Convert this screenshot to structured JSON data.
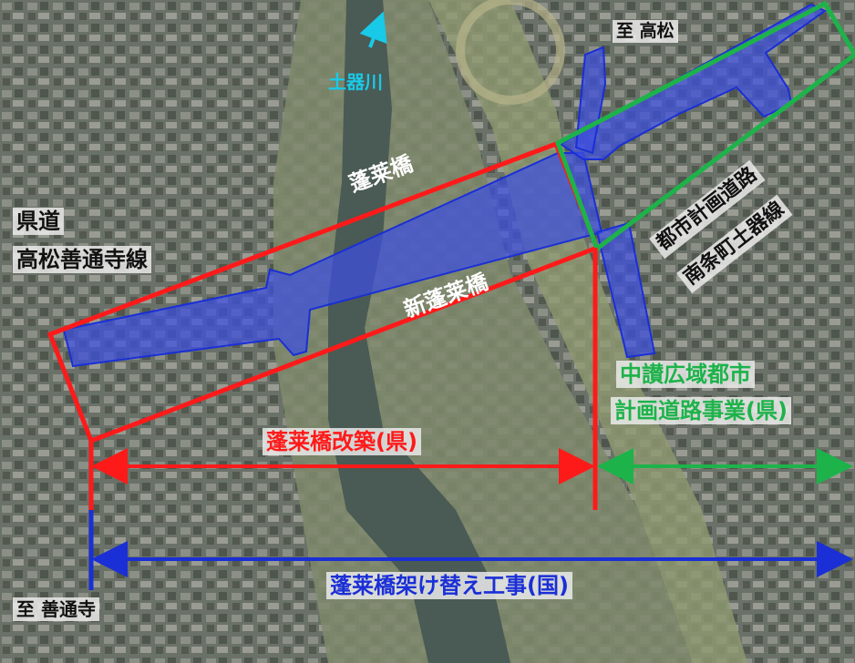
{
  "labels": {
    "river_name": "土器川",
    "to_takamatsu": "至 高松",
    "to_zentsuji": "至 善通寺",
    "prefectural_road_line1": "県道",
    "prefectural_road_line2": "高松善通寺線",
    "bridge_horai": "蓬莱橋",
    "bridge_shin_horai": "新蓬莱橋",
    "city_road_line1": "都市計画道路",
    "city_road_line2": "南条町土器線",
    "project_prefecture": "蓬莱橋改築(県)",
    "project_chusan_line1": "中讃広域都市",
    "project_chusan_line2": "計画道路事業(県)",
    "project_national": "蓬莱橋架け替え工事(国)"
  },
  "colors": {
    "red": "#ff1a1a",
    "green": "#1db34a",
    "blue": "#1a2fd6",
    "road_fill": "#3d4fe0",
    "river_label": "#19c9e8"
  }
}
